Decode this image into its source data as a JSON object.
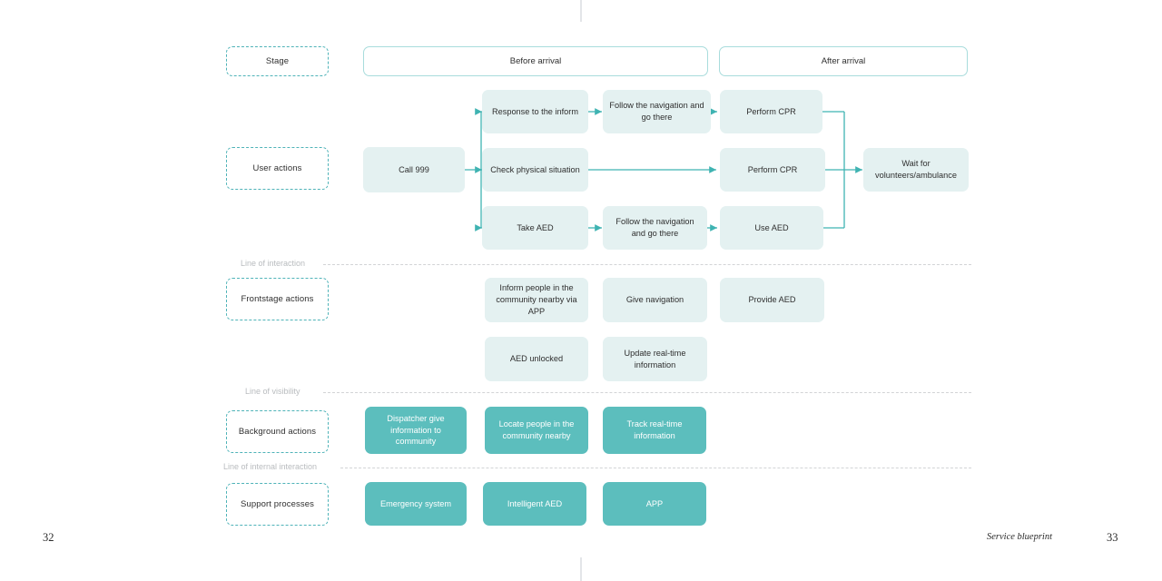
{
  "page": {
    "folio_left": "32",
    "folio_right": "33",
    "caption": "Service blueprint",
    "accent_teal": "#5cbebd",
    "light_box_fill": "#e4f1f1",
    "dashed_border": "#4fb3b8",
    "separator_color": "#d2d4d6"
  },
  "row_labels": [
    {
      "label": "Stage"
    },
    {
      "label": "User actions"
    },
    {
      "label": "Frontstage actions"
    },
    {
      "label": "Background actions"
    },
    {
      "label": "Support processes"
    }
  ],
  "stages": [
    {
      "label": "Before arrival"
    },
    {
      "label": "After arrival"
    }
  ],
  "separators": [
    {
      "label": "Line of interaction"
    },
    {
      "label": "Line of visibility"
    },
    {
      "label": "Line of internal interaction"
    }
  ],
  "user_actions": {
    "entry": {
      "label": "Call 999"
    },
    "branches": [
      {
        "steps": [
          {
            "label": "Response to the inform"
          },
          {
            "label": "Follow the navigation and go there"
          },
          {
            "label": "Perform CPR"
          }
        ]
      },
      {
        "steps": [
          {
            "label": "Check physical situation"
          },
          {
            "label": "Perform CPR"
          }
        ]
      },
      {
        "steps": [
          {
            "label": "Take AED"
          },
          {
            "label": "Follow the navigation and go there"
          },
          {
            "label": "Use AED"
          }
        ]
      }
    ],
    "merge": {
      "label": "Wait for volunteers/ambulance"
    }
  },
  "frontstage_actions": {
    "row1": [
      {
        "label": "Inform people in the community nearby via APP"
      },
      {
        "label": "Give navigation"
      },
      {
        "label": "Provide AED"
      }
    ],
    "row2": [
      {
        "label": "AED unlocked"
      },
      {
        "label": "Update real-time information"
      }
    ]
  },
  "background_actions": [
    {
      "label": "Dispatcher give information to community"
    },
    {
      "label": "Locate people in the community nearby"
    },
    {
      "label": "Track real-time information"
    }
  ],
  "support_processes": [
    {
      "label": "Emergency system"
    },
    {
      "label": "Intelligent AED"
    },
    {
      "label": "APP"
    }
  ]
}
